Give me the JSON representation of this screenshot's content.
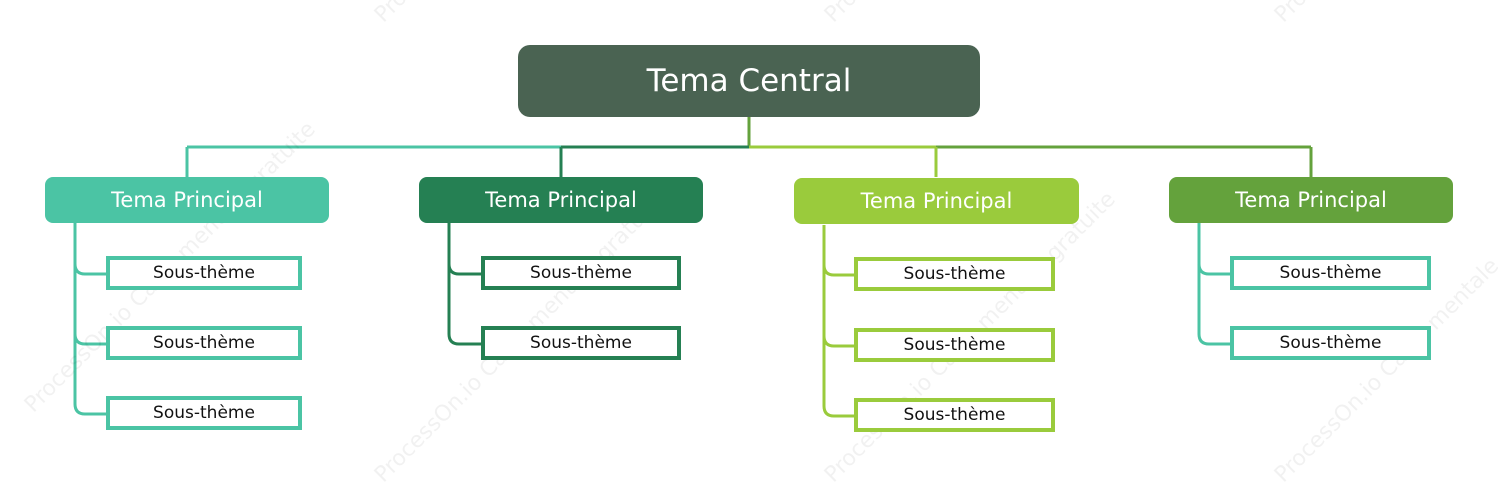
{
  "colors": {
    "central": "#4a6352",
    "branch1": "#4bc4a4",
    "branch2": "#258053",
    "branch3": "#9acb3c",
    "branch4": "#64a23c"
  },
  "central": {
    "label": "Tema Central"
  },
  "branches": [
    {
      "label": "Tema Principal",
      "subs": [
        "Sous-thème",
        "Sous-thème",
        "Sous-thème"
      ]
    },
    {
      "label": "Tema Principal",
      "subs": [
        "Sous-thème",
        "Sous-thème"
      ]
    },
    {
      "label": "Tema Principal",
      "subs": [
        "Sous-thème",
        "Sous-thème",
        "Sous-thème"
      ]
    },
    {
      "label": "Tema Principal",
      "subs": [
        "Sous-thème",
        "Sous-thème"
      ]
    }
  ]
}
